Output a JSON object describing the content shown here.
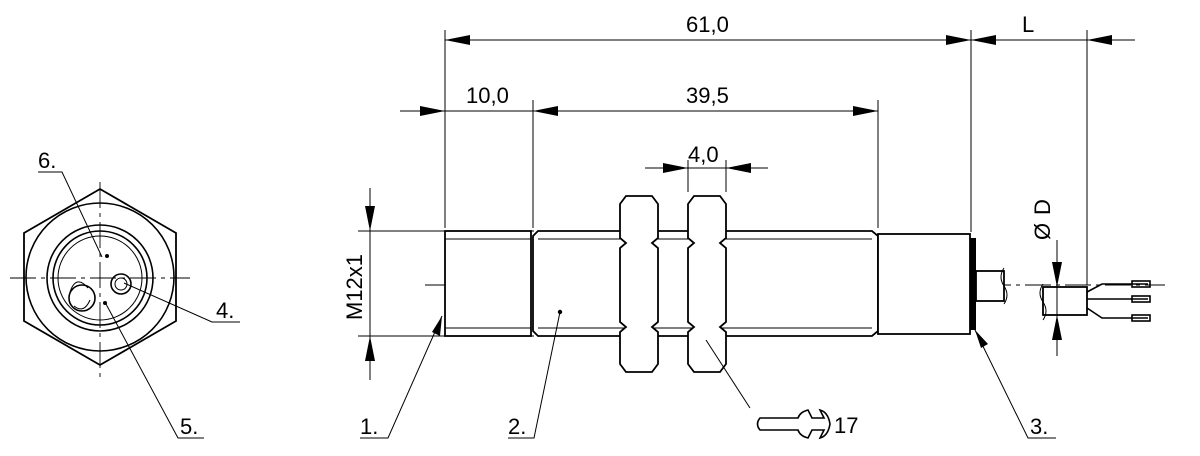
{
  "dimensions": {
    "overall_length": "61,0",
    "thread_segment": "10,0",
    "body_segment": "39,5",
    "nut_width": "4,0",
    "cable_length": "L",
    "cable_diameter": "D",
    "diameter_symbol": "Ø",
    "thread": "M12x1"
  },
  "callouts": {
    "c1": "1.",
    "c2": "2.",
    "c3": "3.",
    "c4": "4.",
    "c5": "5.",
    "c6": "6."
  },
  "wrench_size": "17",
  "icons": {
    "wrench": "wrench-icon"
  }
}
